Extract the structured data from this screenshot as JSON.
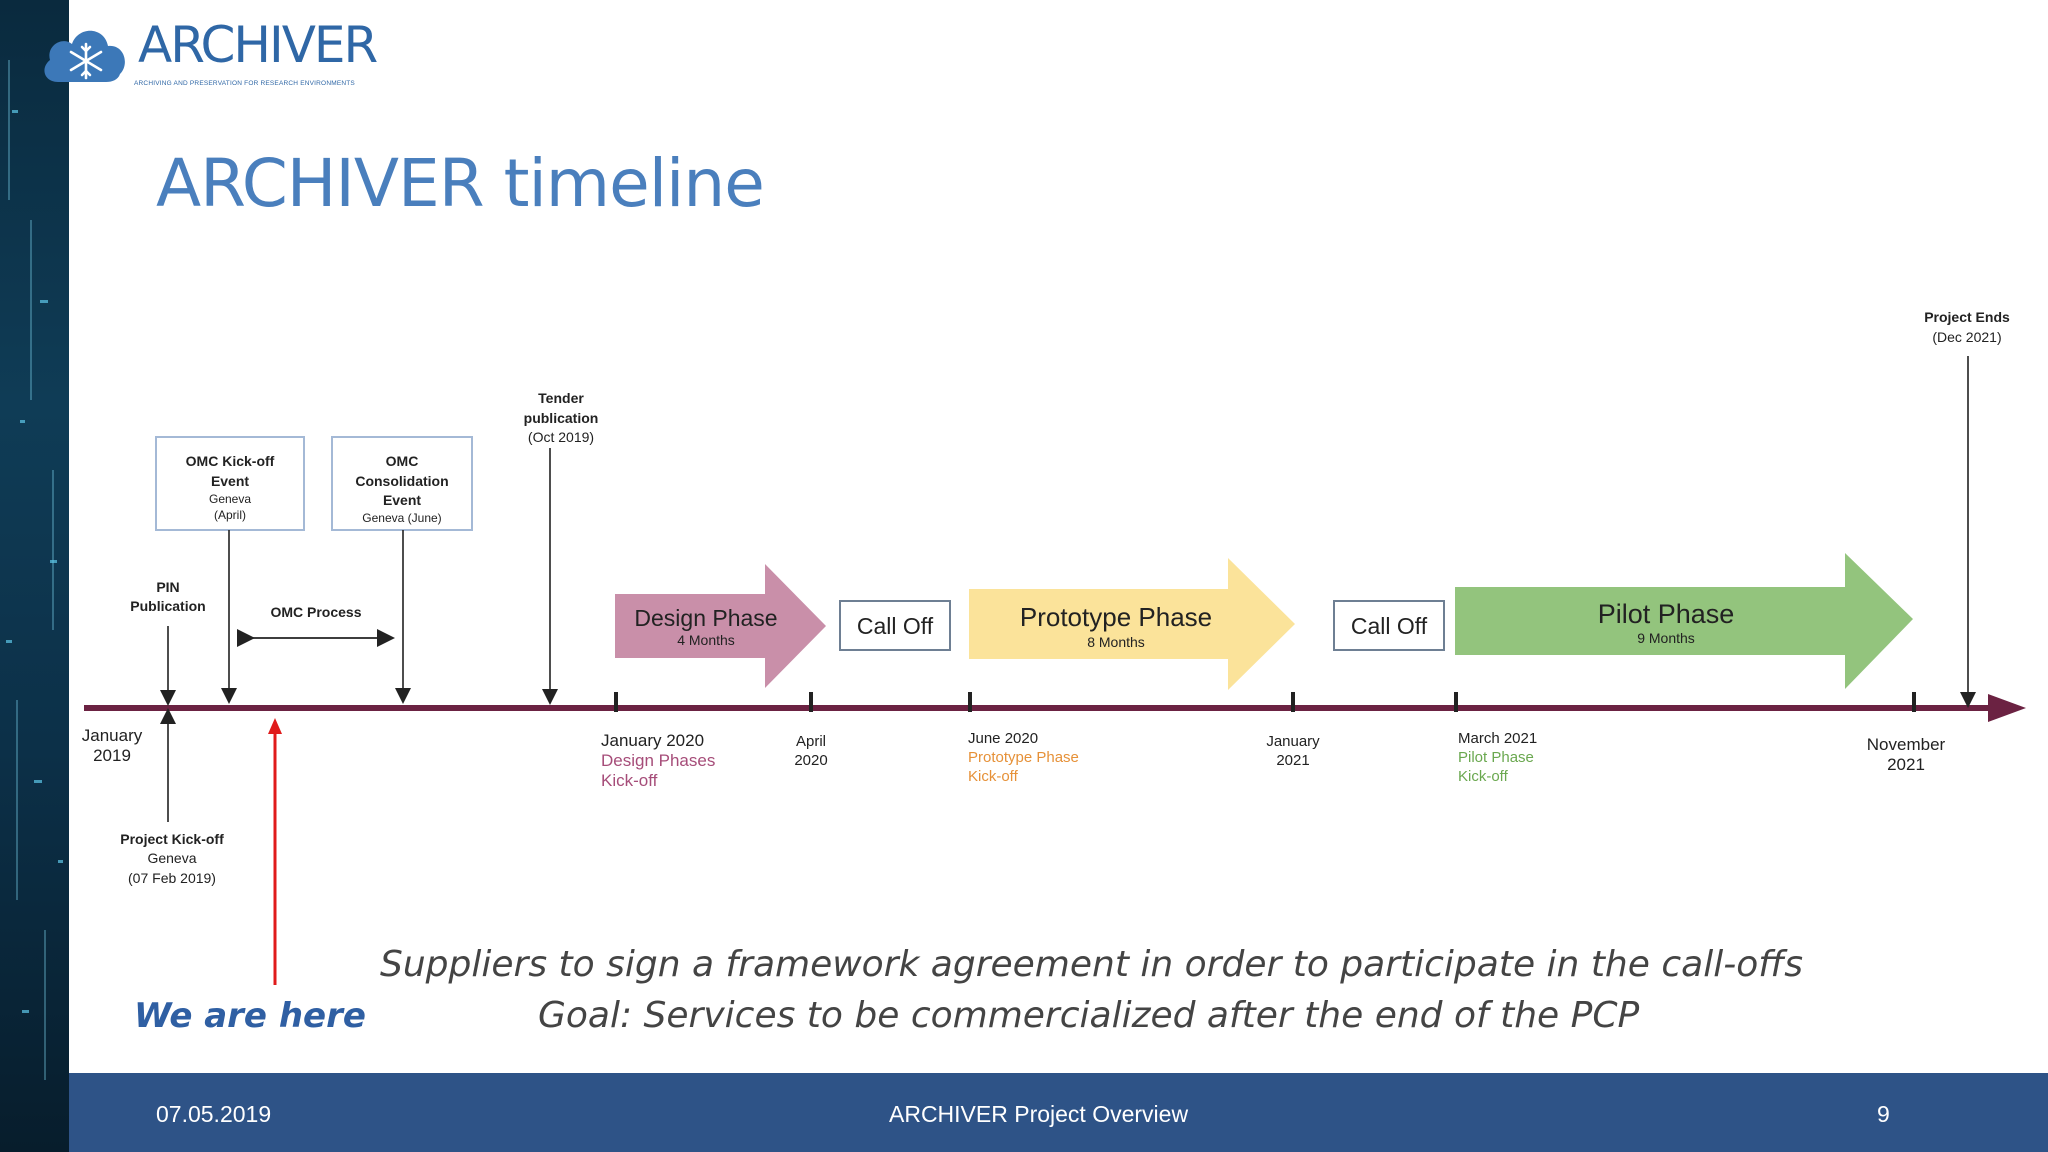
{
  "logo": {
    "name": "ARCHIVER",
    "tagline": "ARCHIVING AND PRESERVATION FOR RESEARCH ENVIRONMENTS"
  },
  "slide": {
    "title": "ARCHIVER timeline"
  },
  "timeline": {
    "boxes": {
      "omc_kickoff": {
        "title1": "OMC Kick-off",
        "title2": "Event",
        "line3": "Geneva",
        "line4": "(April)"
      },
      "omc_consolidation": {
        "title1": "OMC",
        "title2": "Consolidation",
        "title3": "Event",
        "line4": "Geneva (June)"
      }
    },
    "labels": {
      "pin1": "PIN",
      "pin2": "Publication",
      "omc_process": "OMC Process",
      "tender1": "Tender",
      "tender2": "publication",
      "tender3": "(Oct 2019)",
      "project_ends1": "Project Ends",
      "project_ends2": "(Dec 2021)",
      "kickoff1": "Project Kick-off",
      "kickoff2": "Geneva",
      "kickoff3": "(07 Feb 2019)"
    },
    "phases": {
      "design": {
        "name": "Design Phase",
        "duration": "4 Months"
      },
      "prototype": {
        "name": "Prototype Phase",
        "duration": "8 Months"
      },
      "pilot": {
        "name": "Pilot Phase",
        "duration": "9 Months"
      },
      "calloff1": "Call Off",
      "calloff2": "Call Off"
    },
    "ticks": {
      "jan2019_1": "January",
      "jan2019_2": "2019",
      "jan2020_1": "January 2020",
      "jan2020_2": "Design Phases",
      "jan2020_3": "Kick-off",
      "apr2020_1": "April",
      "apr2020_2": "2020",
      "jun2020_1": "June 2020",
      "jun2020_2": "Prototype Phase",
      "jun2020_3": "Kick-off",
      "jan2021_1": "January",
      "jan2021_2": "2021",
      "mar2021_1": "March 2021",
      "mar2021_2": "Pilot Phase",
      "mar2021_3": "Kick-off",
      "nov2021_1": "November",
      "nov2021_2": "2021"
    },
    "colors": {
      "axis": "#6b2242",
      "design": "#c98fa9",
      "prototype": "#fbe39a",
      "pilot": "#93c47d",
      "design_text": "#a64d79",
      "prototype_text": "#e69138",
      "pilot_text": "#6aa84f",
      "marker": "#e01b1b"
    }
  },
  "annotations": {
    "we_are_here": "We are here",
    "caption1": "Suppliers to sign a framework agreement in order to participate in the call-offs",
    "caption2": "Goal: Services to be commercialized after the end of the PCP"
  },
  "footer": {
    "date": "07.05.2019",
    "center": "ARCHIVER Project Overview",
    "page": "9"
  }
}
